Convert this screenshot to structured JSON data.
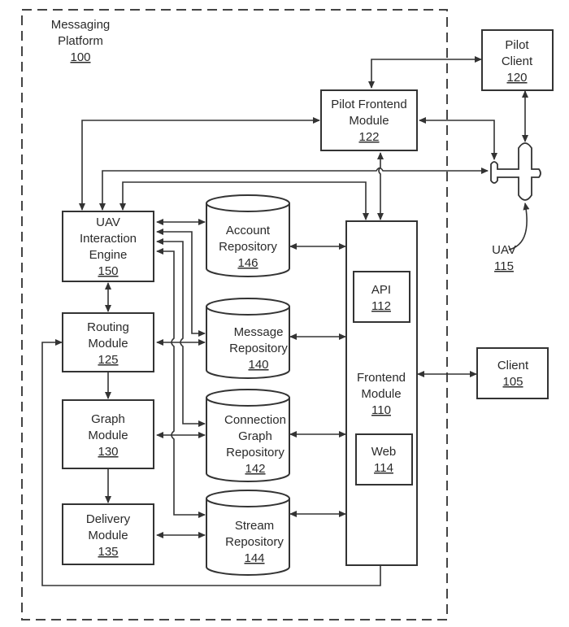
{
  "platform": {
    "title_line1": "Messaging",
    "title_line2": "Platform",
    "ref": "100"
  },
  "nodes": {
    "pilot_client": {
      "line1": "Pilot",
      "line2": "Client",
      "ref": "120"
    },
    "pilot_frontend": {
      "line1": "Pilot Frontend",
      "line2": "Module",
      "ref": "122"
    },
    "uav_engine": {
      "line1": "UAV",
      "line2": "Interaction",
      "line3": "Engine",
      "ref": "150"
    },
    "routing": {
      "line1": "Routing",
      "line2": "Module",
      "ref": "125"
    },
    "graph": {
      "line1": "Graph",
      "line2": "Module",
      "ref": "130"
    },
    "delivery": {
      "line1": "Delivery",
      "line2": "Module",
      "ref": "135"
    },
    "account_repo": {
      "line1": "Account",
      "line2": "Repository",
      "ref": "146"
    },
    "message_repo": {
      "line1": "Message",
      "line2": "Repository",
      "ref": "140"
    },
    "connection_repo": {
      "line1": "Connection",
      "line2": "Graph",
      "line3": "Repository",
      "ref": "142"
    },
    "stream_repo": {
      "line1": "Stream",
      "line2": "Repository",
      "ref": "144"
    },
    "frontend": {
      "line1": "Frontend",
      "line2": "Module",
      "ref": "110"
    },
    "api": {
      "line1": "API",
      "ref": "112"
    },
    "web": {
      "line1": "Web",
      "ref": "114"
    },
    "client": {
      "line1": "Client",
      "ref": "105"
    },
    "uav": {
      "line1": "UAV",
      "ref": "115"
    }
  }
}
